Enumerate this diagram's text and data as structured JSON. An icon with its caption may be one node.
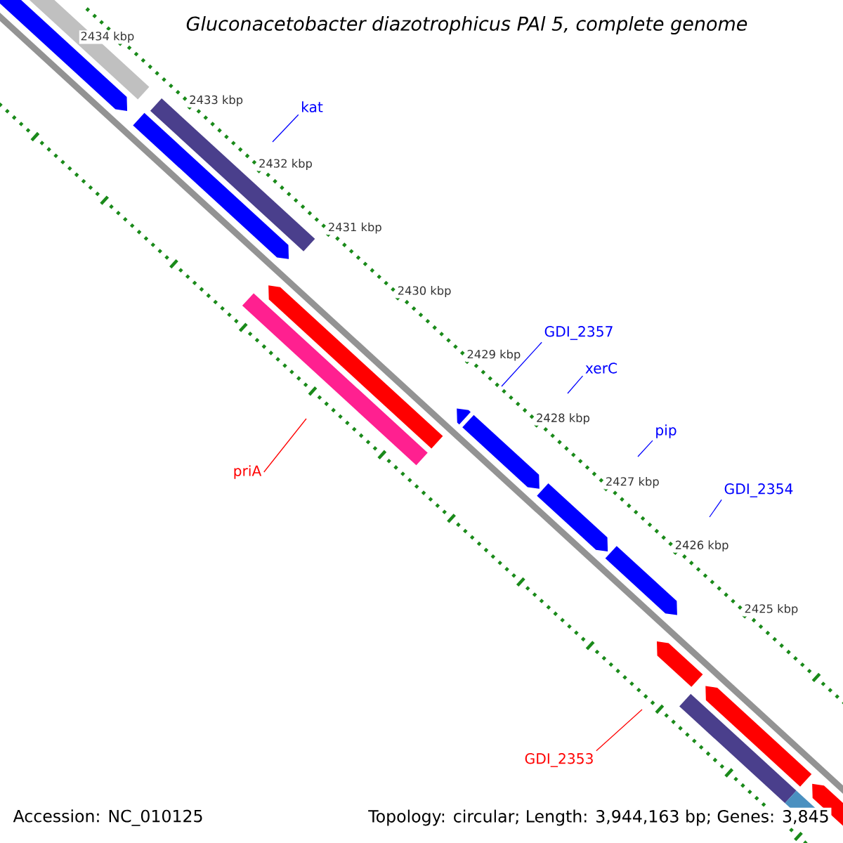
{
  "diagram": {
    "title": "*Gluconacetobacter diazotrophicus* PAl 5, complete genome",
    "nodes": [
      {
        "text": [
          "kat"
        ]
      },
      {
        "text": [
          "GDI_2357"
        ]
      },
      {
        "text": [
          "xerC"
        ]
      },
      {
        "text": [
          "pip"
        ]
      },
      {
        "text": [
          "GDI_2354"
        ]
      },
      {
        "text": [
          "priA"
        ]
      },
      {
        "text": [
          "GDI_2353"
        ]
      }
    ],
    "edges": [
      {
        "from": 0,
        "to": null,
        "arrow": "none"
      },
      {
        "from": 1,
        "to": null,
        "arrow": "none"
      },
      {
        "from": 2,
        "to": null,
        "arrow": "none"
      },
      {
        "from": 3,
        "to": null,
        "arrow": "none"
      },
      {
        "from": 4,
        "to": null,
        "arrow": "none"
      },
      {
        "from": 5,
        "to": null,
        "arrow": "none",
        "color": "#ff0000"
      },
      {
        "from": 6,
        "to": null,
        "arrow": "none",
        "color": "#ff0000"
      }
    ],
    "labels": [
      "2434 kbp",
      "2433 kbp",
      "2432 kbp",
      "2431 kbp",
      "2430 kbp",
      "2429 kbp",
      "2428 kbp",
      "2427 kbp",
      "2426 kbp",
      "2425 kbp",
      "Accession: NC_010125",
      "Topology: circular; Length: 3,944,163 bp; Genes: 3,845"
    ]
  }
}
